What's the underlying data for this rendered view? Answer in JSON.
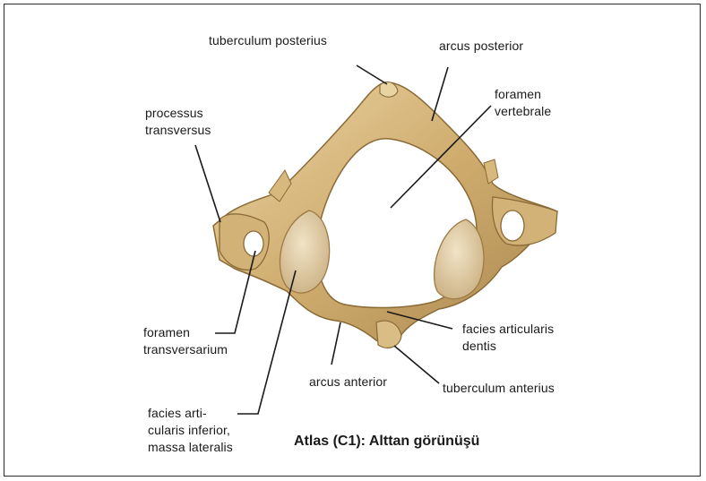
{
  "labels": {
    "tuberculum_posterius": "tuberculum posterius",
    "arcus_posterior": "arcus posterior",
    "foramen_vertebrale": "foramen\nvertebrale",
    "processus_transversus": "processus\ntransversus",
    "foramen_transversarium": "foramen\ntransversarium",
    "facies_articularis_dentis": "facies articularis\ndentis",
    "arcus_anterior": "arcus anterior",
    "tuberculum_anterius": "tuberculum anterius",
    "facies_articularis_inferior": "facies arti-\ncularis inferior,\nmassa lateralis"
  },
  "caption": "Atlas (C1): Alttan görünüşü",
  "colors": {
    "bone": "#c9a768",
    "bone_light": "#e6cf9c",
    "bone_shadow": "#9c7b45",
    "facet": "#dcc7a0",
    "line": "#1a1a1a"
  }
}
